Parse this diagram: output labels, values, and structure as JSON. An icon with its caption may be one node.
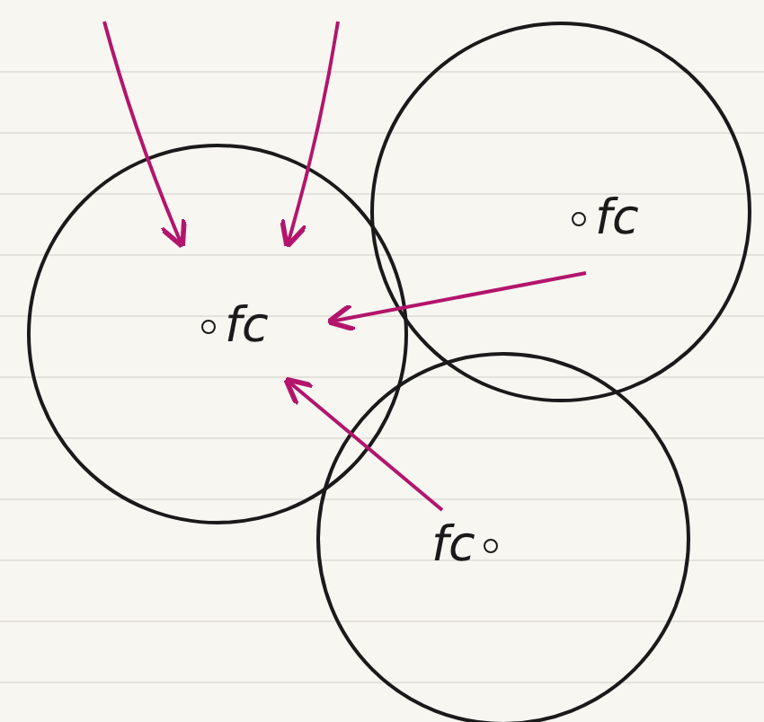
{
  "diagram": {
    "nodes": [
      {
        "text": [
          "fc"
        ]
      },
      {
        "text": [
          "fc"
        ]
      },
      {
        "text": [
          "fc"
        ]
      }
    ],
    "edges": [
      {
        "from": null,
        "to": 0,
        "arrow": "to"
      },
      {
        "from": null,
        "to": 0,
        "arrow": "to"
      },
      {
        "from": 1,
        "to": 0,
        "arrow": "to"
      },
      {
        "from": 2,
        "to": 0,
        "arrow": "to"
      }
    ]
  }
}
